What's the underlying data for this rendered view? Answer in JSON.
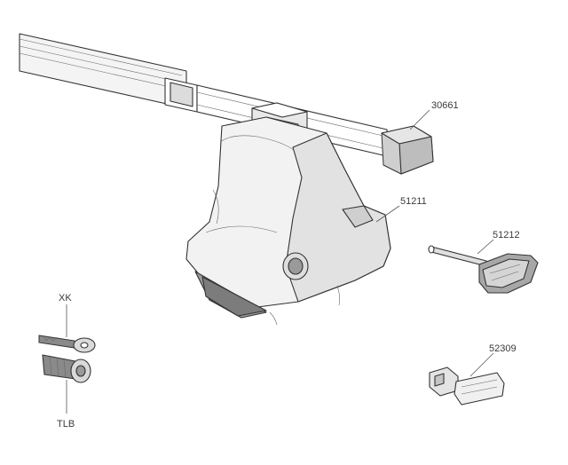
{
  "labels": {
    "bar": "30661",
    "foot": "51211",
    "tool": "51212",
    "key_tool": "52309",
    "key": "XK",
    "lock": "TLB"
  }
}
